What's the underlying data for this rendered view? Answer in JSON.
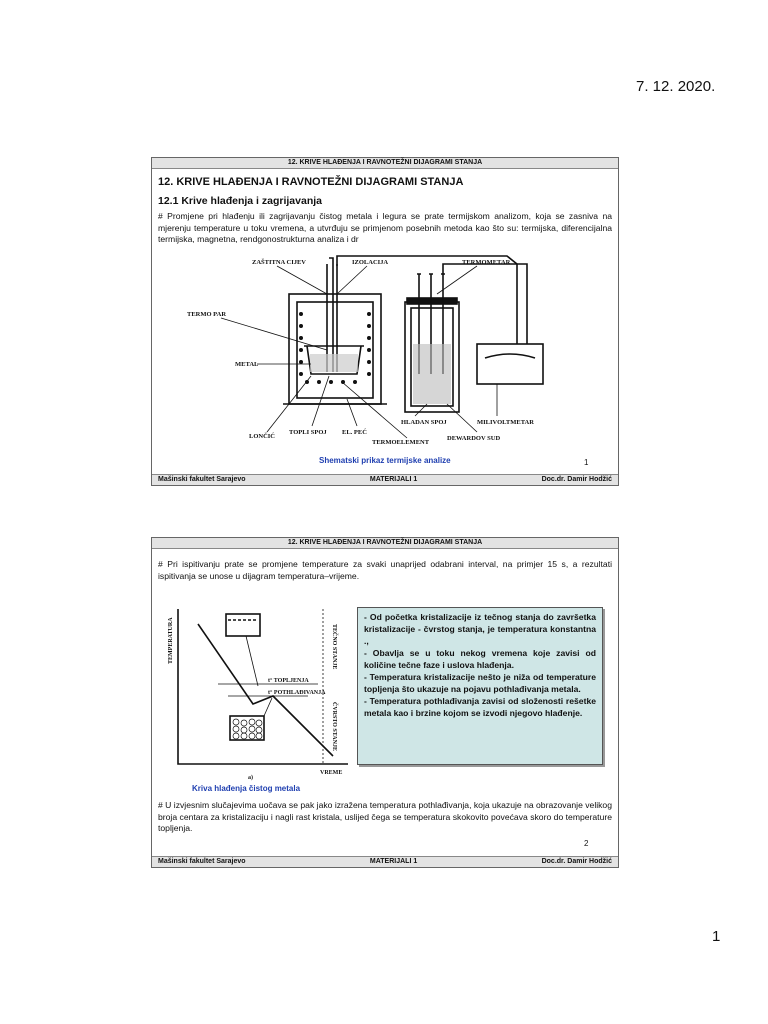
{
  "header": {
    "date": "7. 12. 2020."
  },
  "footer": {
    "page_number": "1"
  },
  "slide1": {
    "top_bar": "12. KRIVE HLAĐENJA I RAVNOTEŽNI DIJAGRAMI STANJA",
    "title": "12. KRIVE HLAĐENJA I RAVNOTEŽNI DIJAGRAMI STANJA",
    "subtitle": "12.1 Krive hlađenja i zagrijavanja",
    "paragraph": "# Promjene pri hlađenju ili zagrijavanju čistog metala i legura se prate termijskom analizom, koja se zasniva na mjerenju temperature u toku vremena, a utvrđuju se primjenom posebnih metoda kao što su: termijska, diferencijalna termijska, magnetna, rendgonostrukturna analiza i dr",
    "figure_labels": {
      "zastitna": "ZAŠTITNA CIJEV",
      "izolacija": "IZOLACIJA",
      "termometar": "TERMOMETAR",
      "termopar": "TERMO PAR",
      "metal": "METAL",
      "loncic": "LONČIĆ",
      "topli": "TOPLI SPOJ",
      "pec": "EL. PEĆ",
      "hladan": "HLADAN SPOJ",
      "termoelement": "TERMOELEMENT",
      "dewar": "DEWARDOV SUD",
      "milivolt": "MILIVOLTMETAR"
    },
    "caption": "Shematski prikaz termijske analize",
    "slide_number": "1",
    "footer_left": "Mašinski fakultet Sarajevo",
    "footer_center": "MATERIJALI 1",
    "footer_right": "Doc.dr. Damir Hodžić"
  },
  "slide2": {
    "top_bar": "12. KRIVE HLAĐENJA I RAVNOTEŽNI DIJAGRAMI STANJA",
    "paragraph_top": "# Pri ispitivanju prate se promjene temperature za svaki unaprijed odabrani interval, na primjer 15 s, a rezultati ispitivanja se unose u dijagram temperatura–vrijeme.",
    "info_items": [
      "- Od početka kristalizacije iz tečnog stanja do završetka kristalizacije - čvrstog stanja, je temperatura konstantna .,",
      "- Obavlja se u toku nekog vremena koje zavisi od količine tečne faze i uslova hlađenja.",
      "- Temperatura kristalizacije nešto je niža od temperature topljenja što ukazuje na pojavu pothlađivanja metala.",
      "- Temperatura pothlađivanja zavisi od složenosti rešetke metala kao i brzine kojom se izvodi njegovo hlađenje."
    ],
    "figure_labels": {
      "temperatura": "TEMPERATURA",
      "vrijeme": "VREME",
      "topljenja": "t° TOPLJENJA",
      "pothladivanja": "t° POTHLAĐIVANJA",
      "tecno": "TEČNO STANJE",
      "cvrsto": "ČVRSTO STANJE",
      "a": "a)"
    },
    "caption": "Kriva hlađenja čistog metala",
    "paragraph_bottom": "# U izvjesnim slučajevima uočava se pak jako izražena temperatura pothlađivanja, koja ukazuje na obrazovanje velikog broja centara za kristalizaciju i nagli rast kristala, uslijed čega se temperatura skokovito povećava skoro do temperature topljenja.",
    "slide_number": "2",
    "footer_left": "Mašinski fakultet Sarajevo",
    "footer_center": "MATERIJALI 1",
    "footer_right": "Doc.dr. Damir Hodžić"
  }
}
